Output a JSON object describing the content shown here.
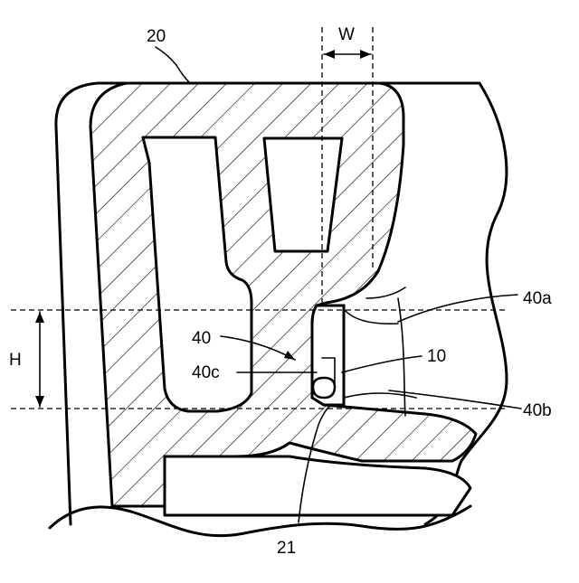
{
  "figure": {
    "labels": {
      "seal_body": "20",
      "width_dim": "W",
      "height_dim": "H",
      "groove": "40",
      "groove_upper_edge": "40a",
      "groove_lower_edge": "40b",
      "groove_bottom": "40c",
      "lip": "10",
      "recess": "21"
    },
    "colors": {
      "line": "#000000",
      "background": "#ffffff"
    }
  }
}
